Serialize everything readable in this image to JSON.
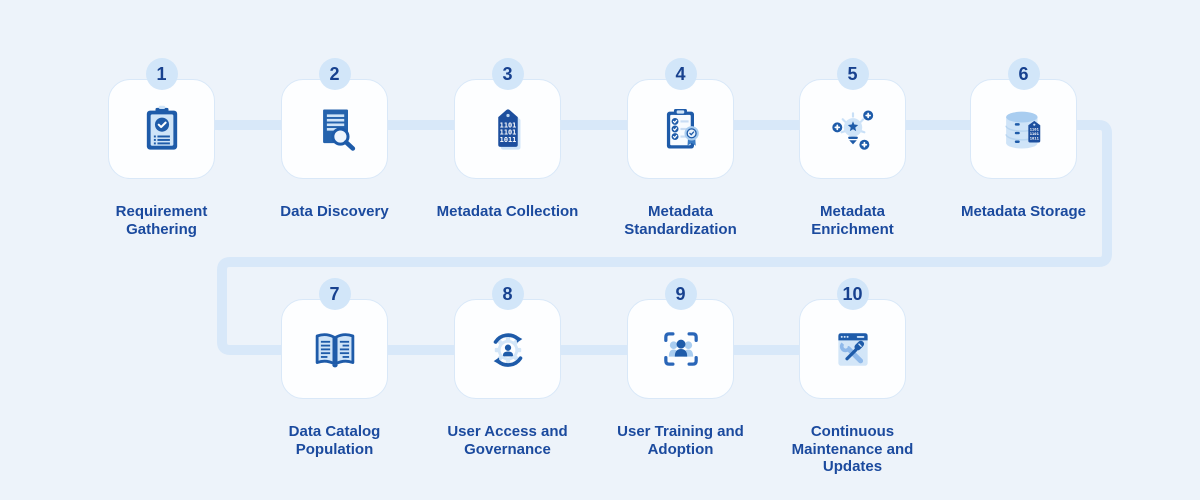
{
  "flow": {
    "connector_color": "#d8e8f9",
    "steps": [
      {
        "number": "1",
        "label": "Requirement Gathering",
        "icon": "clipboard-check-icon"
      },
      {
        "number": "2",
        "label": "Data Discovery",
        "icon": "document-search-icon"
      },
      {
        "number": "3",
        "label": "Metadata Collection",
        "icon": "binary-tag-icon"
      },
      {
        "number": "4",
        "label": "Metadata Standardization",
        "icon": "checklist-ribbon-icon"
      },
      {
        "number": "5",
        "label": "Metadata Enrichment",
        "icon": "lightbulb-ideas-icon"
      },
      {
        "number": "6",
        "label": "Metadata Storage",
        "icon": "database-tag-icon"
      },
      {
        "number": "7",
        "label": "Data Catalog Population",
        "icon": "open-book-icon"
      },
      {
        "number": "8",
        "label": "User Access and Governance",
        "icon": "user-gear-cycle-icon"
      },
      {
        "number": "9",
        "label": "User Training and Adoption",
        "icon": "people-focus-icon"
      },
      {
        "number": "10",
        "label": "Continuous Maintenance and Updates",
        "icon": "browser-tools-icon"
      }
    ]
  },
  "icon_text": {
    "tag_binary": [
      "1101",
      "1101",
      "1011"
    ]
  },
  "colors": {
    "background": "#edf3fa",
    "card_fill": "#fdfeff",
    "card_border": "#d9e8f8",
    "connector": "#d8e8f9",
    "badge_fill": "#d2e6f9",
    "number_text": "#17418f",
    "label_text": "#1b4a9e",
    "icon_dark_blue": "#1e5ba9",
    "icon_navy": "#1d4f9e",
    "icon_mid_blue": "#3b7cc4",
    "icon_light_blue": "#cfe4f8",
    "icon_pale_blue": "#a9cdf0"
  }
}
